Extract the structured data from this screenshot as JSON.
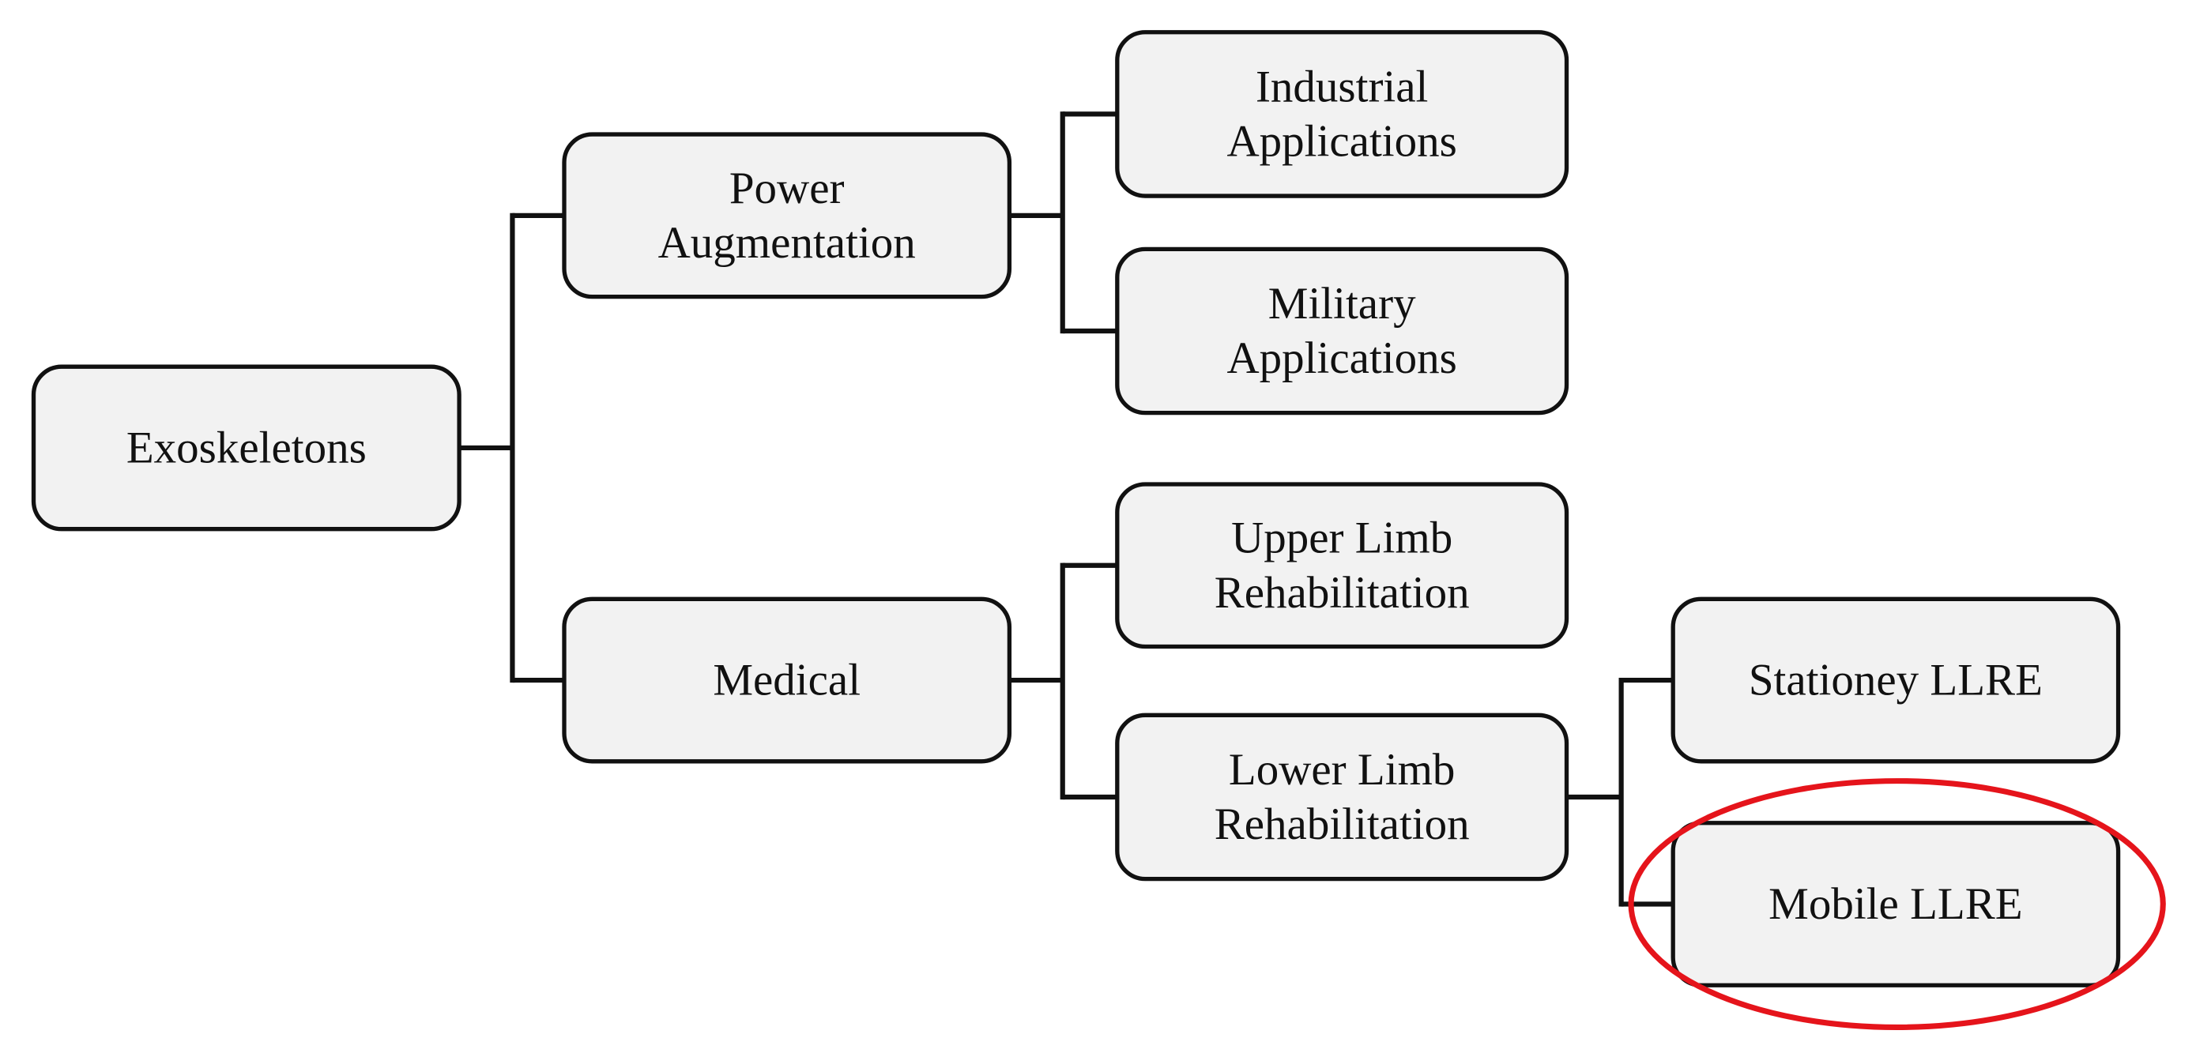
{
  "nodes": {
    "exoskeletons": {
      "lines": [
        "Exoskeletons"
      ]
    },
    "power_augmentation": {
      "lines": [
        "Power",
        "Augmentation"
      ]
    },
    "medical": {
      "lines": [
        "Medical"
      ]
    },
    "industrial_applications": {
      "lines": [
        "Industrial",
        "Applications"
      ]
    },
    "military_applications": {
      "lines": [
        "Military",
        "Applications"
      ]
    },
    "upper_limb_rehabilitation": {
      "lines": [
        "Upper Limb",
        "Rehabilitation"
      ]
    },
    "lower_limb_rehabilitation": {
      "lines": [
        "Lower Limb",
        "Rehabilitation"
      ]
    },
    "stationey_llre": {
      "lines": [
        "Stationey LLRE"
      ]
    },
    "mobile_llre": {
      "lines": [
        "Mobile LLRE"
      ]
    }
  },
  "edges": [
    [
      "exoskeletons",
      "power_augmentation"
    ],
    [
      "exoskeletons",
      "medical"
    ],
    [
      "power_augmentation",
      "industrial_applications"
    ],
    [
      "power_augmentation",
      "military_applications"
    ],
    [
      "medical",
      "upper_limb_rehabilitation"
    ],
    [
      "medical",
      "lower_limb_rehabilitation"
    ],
    [
      "lower_limb_rehabilitation",
      "stationey_llre"
    ],
    [
      "lower_limb_rehabilitation",
      "mobile_llre"
    ]
  ],
  "highlight": {
    "node": "mobile_llre",
    "shape": "ellipse",
    "color": "#e5141b"
  },
  "colors": {
    "box_fill": "#f2f2f2",
    "box_stroke": "#111111",
    "connector": "#111111",
    "text": "#111111"
  }
}
